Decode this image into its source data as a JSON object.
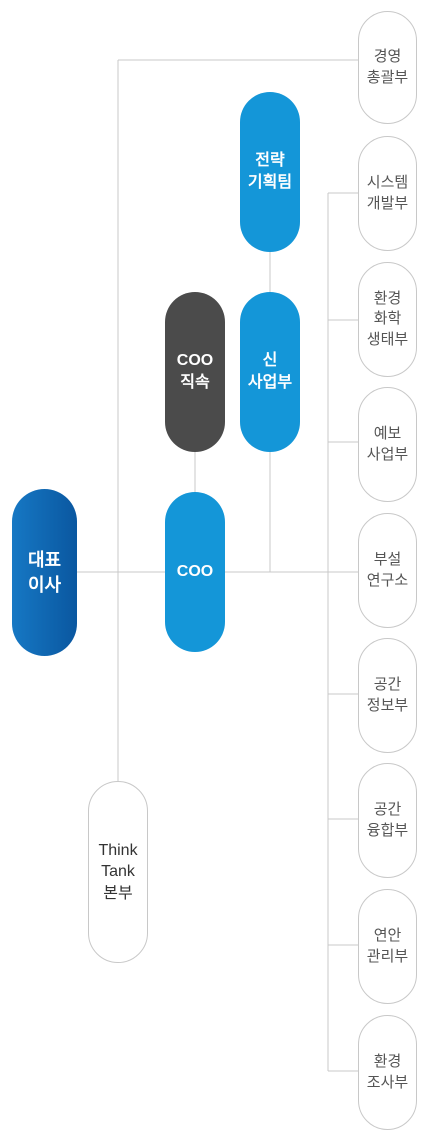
{
  "ceo": {
    "line1": "대표",
    "line2": "이사"
  },
  "coo": {
    "label": "COO"
  },
  "coo_direct": {
    "line1": "COO",
    "line2": "직속"
  },
  "new_business": {
    "line1": "신",
    "line2": "사업부"
  },
  "strategy_planning": {
    "line1": "전략",
    "line2": "기획팀"
  },
  "think_tank": {
    "line1": "Think",
    "line2": "Tank",
    "line3": "본부"
  },
  "management": {
    "line1": "경영",
    "line2": "총괄부"
  },
  "departments": [
    {
      "line1": "시스템",
      "line2": "개발부"
    },
    {
      "line1": "환경",
      "line2": "화학",
      "line3": "생태부"
    },
    {
      "line1": "예보",
      "line2": "사업부"
    },
    {
      "line1": "부설",
      "line2": "연구소"
    },
    {
      "line1": "공간",
      "line2": "정보부"
    },
    {
      "line1": "공간",
      "line2": "융합부"
    },
    {
      "line1": "연안",
      "line2": "관리부"
    },
    {
      "line1": "환경",
      "line2": "조사부"
    }
  ]
}
